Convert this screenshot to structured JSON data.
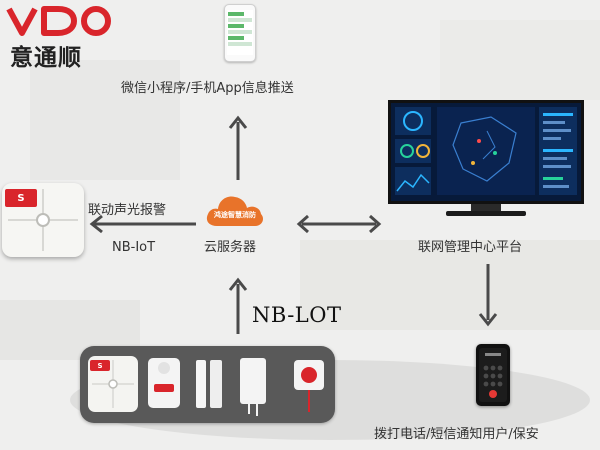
{
  "logo": {
    "mark": "VDO",
    "name_cn": "意通顺",
    "brand_color": "#d9252b"
  },
  "labels": {
    "app_push": "微信小程序/手机App信息推送",
    "alarm": "联动声光报警",
    "nbiot": "NB-IoT",
    "cloud": "云服务器",
    "platform": "联网管理中心平台",
    "nblot": "NB-LOT",
    "notify": "拨打电话/短信通知用户/保安"
  },
  "cloud_text": "鸿途智慧消防",
  "icons": {
    "up_arrow": "arrow-up-icon",
    "left_arrow": "arrow-left-icon",
    "bidir_arrow": "arrow-bidirectional-icon",
    "down_arrow": "arrow-down-icon"
  },
  "colors": {
    "arrow": "#4a4a4a",
    "cloud": "#e8732a",
    "screen": "#071a3a",
    "accent_red": "#d9252b"
  }
}
